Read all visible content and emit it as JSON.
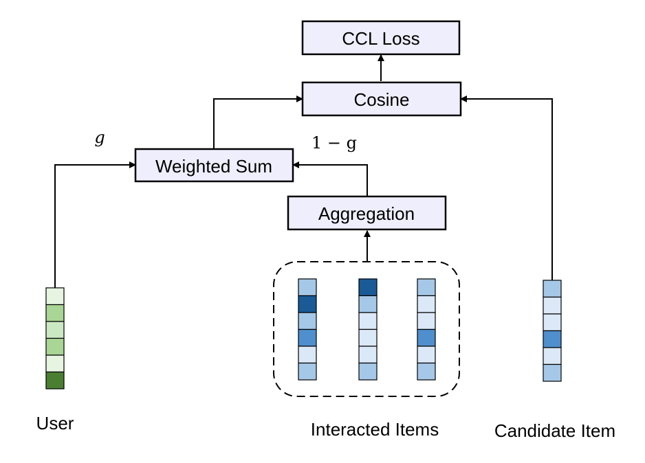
{
  "nodes": {
    "ccl_loss": "CCL Loss",
    "cosine": "Cosine",
    "weighted_sum": "Weighted Sum",
    "aggregation": "Aggregation"
  },
  "edge_labels": {
    "user_weight": "g",
    "items_weight": "1 − g"
  },
  "inputs": {
    "user": "User",
    "interacted_items": "Interacted Items",
    "candidate_item": "Candidate Item"
  },
  "colors": {
    "box_fill": "#efeefc",
    "green_pale": "#e6f4e1",
    "green_light": "#cce8c3",
    "green_mid": "#a9d595",
    "green_dark": "#4a7f32",
    "blue_pale": "#dbe8f7",
    "blue_light": "#a6c8e8",
    "blue_mid": "#4f8fcd",
    "blue_dark": "#1a5a97"
  },
  "vectors": {
    "user": [
      "green_pale",
      "green_mid",
      "green_light",
      "green_mid",
      "green_pale",
      "green_dark"
    ],
    "item_1": [
      "blue_light",
      "blue_dark",
      "blue_light",
      "blue_mid",
      "blue_pale",
      "blue_light"
    ],
    "item_2": [
      "blue_dark",
      "blue_light",
      "blue_pale",
      "blue_pale",
      "blue_pale",
      "blue_light"
    ],
    "item_3": [
      "blue_light",
      "blue_pale",
      "blue_pale",
      "blue_mid",
      "blue_pale",
      "blue_light"
    ],
    "candidate": [
      "blue_light",
      "blue_pale",
      "blue_pale",
      "blue_mid",
      "blue_pale",
      "blue_light"
    ]
  }
}
